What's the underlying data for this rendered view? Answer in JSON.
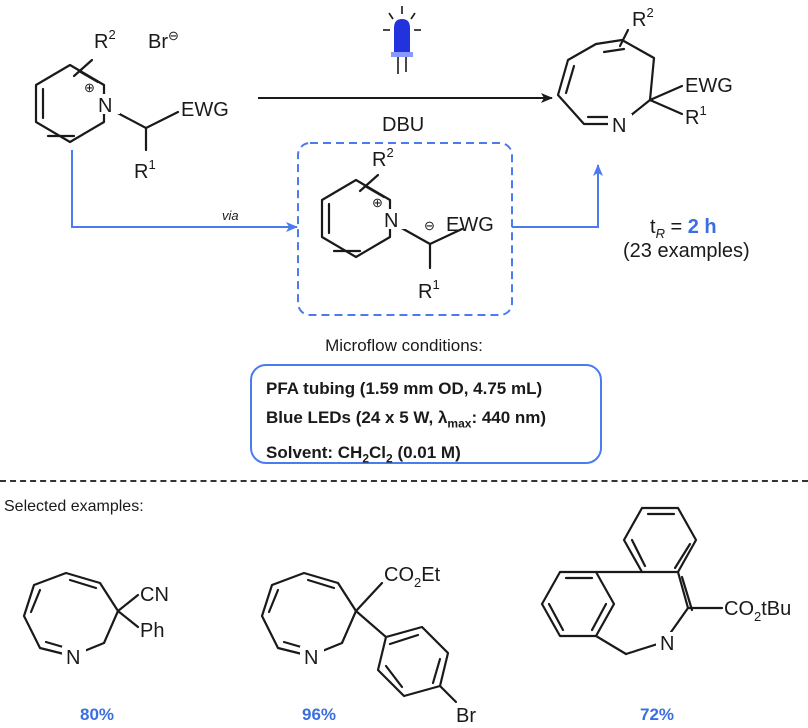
{
  "scheme": {
    "reagent": "DBU",
    "via": "via",
    "time_label": "2 h",
    "examples_note": "(23 examples)",
    "start": {
      "counter_ion": "Br",
      "charge": "⊖",
      "n_label": "N",
      "plus": "⊕",
      "r2": "R",
      "r2_sup": "2",
      "ewg": "EWG",
      "r1": "R",
      "r1_sup": "1"
    },
    "ylide": {
      "n_label": "N",
      "plus": "⊕",
      "minus": "⊖",
      "r2": "R",
      "r2_sup": "2",
      "ewg": "EWG",
      "r1": "R",
      "r1_sup": "1"
    },
    "product": {
      "n_label": "N",
      "r2": "R",
      "r2_sup": "2",
      "ewg": "EWG",
      "r1": "R",
      "r1_sup": "1"
    }
  },
  "conditions": {
    "title": "Microflow conditions:",
    "tubing": "PFA tubing (1.59 mm OD, 4.75 mL)",
    "leds_prefix": "Blue LEDs (24 x 5 W, λ",
    "leds_sub": "max",
    "leds_suffix": ": 440 nm)",
    "solvent_prefix": "Solvent: CH",
    "solvent_sub1": "2",
    "solvent_mid": "Cl",
    "solvent_sub2": "2",
    "solvent_suffix": " (0.01 M)"
  },
  "examples": {
    "heading": "Selected examples:",
    "items": [
      {
        "yield": "80%",
        "sub_a": "CN",
        "sub_b": "Ph",
        "n_label": "N"
      },
      {
        "yield": "96%",
        "ester_a": "CO",
        "ester_sub": "2",
        "ester_b": "Et",
        "halogen": "Br",
        "n_label": "N"
      },
      {
        "yield": "72%",
        "ester_a": "CO",
        "ester_sub": "2",
        "ester_b": "tBu",
        "n_label": "N"
      }
    ]
  },
  "colors": {
    "accent": "#4a7bef",
    "yield_text": "#3b6fe0",
    "ink": "#1a1a1a",
    "led": "#2233dd"
  }
}
